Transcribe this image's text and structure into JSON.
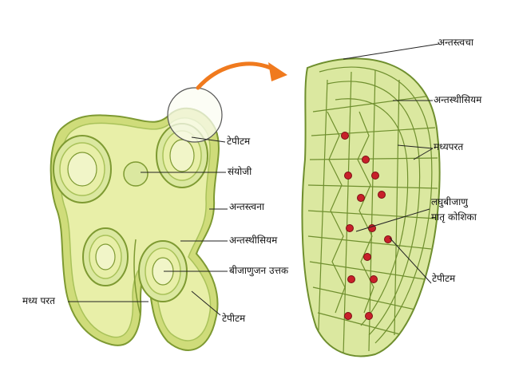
{
  "colors": {
    "tissue_fill": "#e8efa8",
    "tissue_mid": "#cfdc7a",
    "tissue_edge": "#7e9a32",
    "cell_fill": "#dbe8a0",
    "cell_wall": "#6f8f2e",
    "nucleus": "#c8202a",
    "arrow": "#f07a1e",
    "leader": "#222222"
  },
  "labels": {
    "endothecium_top": "अन्तस्त्वचा",
    "endothecium_right": "अन्तस्थीसियम",
    "middle_layer_right": "मध्यपरत",
    "microspore_mother_line1": "लघुबीजाणु",
    "microspore_mother_line2": "मातृ कोशिका",
    "tapetum_right": "टेपीटम",
    "tapetum_left_top": "टेपीटम",
    "connective": "संयोजी",
    "epidermis_left": "अन्तस्त्वना",
    "endothecium_left": "अन्तस्थीसियम",
    "sporogenous_tissue": "बीजाणुजन उत्तक",
    "middle_layer_left": "मध्य परत",
    "tapetum_left_bottom": "टेपीटम"
  }
}
